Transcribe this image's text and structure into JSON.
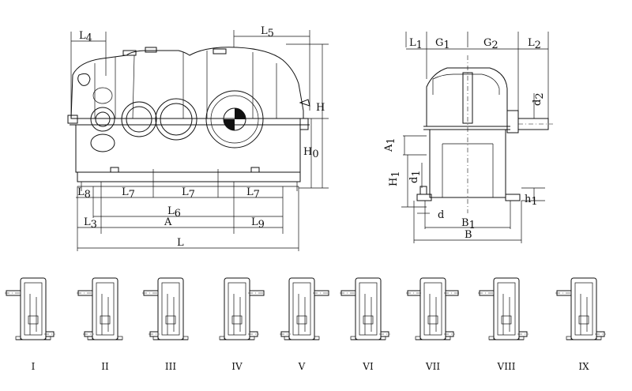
{
  "side_view": {
    "dimensions": {
      "L4": {
        "main": "L",
        "sub": "4"
      },
      "L5": {
        "main": "L",
        "sub": "5"
      },
      "H": {
        "main": "H",
        "sub": ""
      },
      "H0": {
        "main": "H",
        "sub": "0"
      },
      "L8": {
        "main": "L",
        "sub": "8"
      },
      "L7a": {
        "main": "L",
        "sub": "7"
      },
      "L7b": {
        "main": "L",
        "sub": "7"
      },
      "L7c": {
        "main": "L",
        "sub": "7"
      },
      "L6": {
        "main": "L",
        "sub": "6"
      },
      "L3": {
        "main": "L",
        "sub": "3"
      },
      "A": {
        "main": "A",
        "sub": ""
      },
      "L9": {
        "main": "L",
        "sub": "9"
      },
      "L": {
        "main": "L",
        "sub": ""
      }
    }
  },
  "end_view": {
    "dimensions": {
      "L1": {
        "main": "L",
        "sub": "1"
      },
      "G1": {
        "main": "G",
        "sub": "1"
      },
      "G2": {
        "main": "G",
        "sub": "2"
      },
      "L2": {
        "main": "L",
        "sub": "2"
      },
      "d2": {
        "main": "d",
        "sub": "2"
      },
      "A1": {
        "main": "A",
        "sub": "1"
      },
      "H1": {
        "main": "H",
        "sub": "1"
      },
      "d1": {
        "main": "d",
        "sub": "1"
      },
      "h1": {
        "main": "h",
        "sub": "1"
      },
      "d": {
        "main": "d",
        "sub": ""
      },
      "B1": {
        "main": "B",
        "sub": "1"
      },
      "B": {
        "main": "B",
        "sub": ""
      }
    }
  },
  "assembly_variants": [
    {
      "numeral": "I",
      "input": "left",
      "output": "right"
    },
    {
      "numeral": "II",
      "input": "left",
      "output": "left"
    },
    {
      "numeral": "III",
      "input": "left",
      "output": "left"
    },
    {
      "numeral": "IV",
      "input": "right",
      "output": "right"
    },
    {
      "numeral": "V",
      "input": "right",
      "output": "left"
    },
    {
      "numeral": "VI",
      "input": "left",
      "output": "right"
    },
    {
      "numeral": "VII",
      "input": "both",
      "output": "right"
    },
    {
      "numeral": "VIII",
      "input": "left",
      "output": "right"
    },
    {
      "numeral": "IX",
      "input": "left",
      "output": "right"
    }
  ]
}
